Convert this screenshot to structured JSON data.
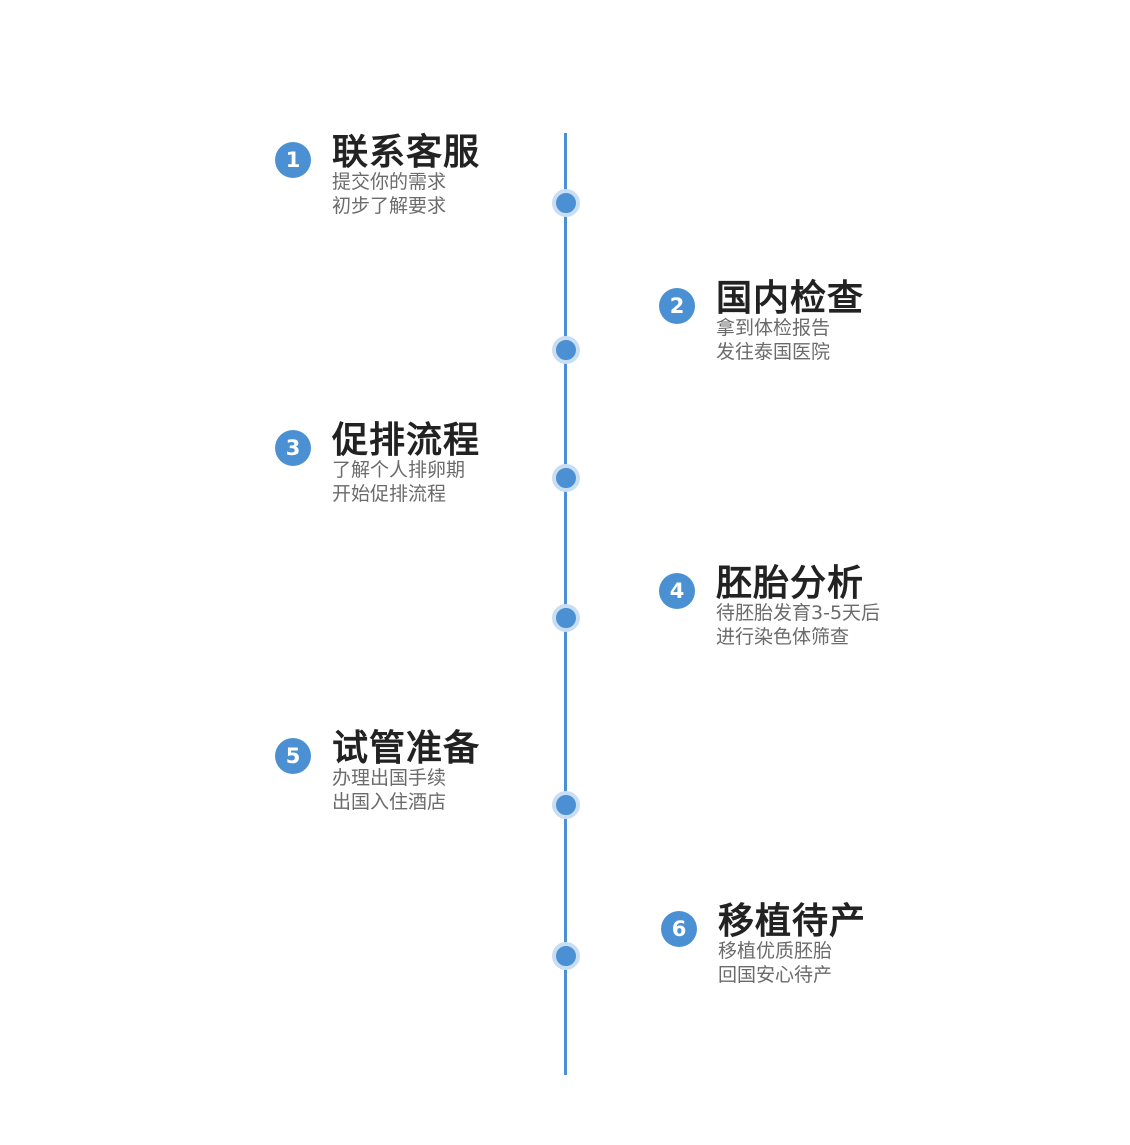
{
  "steps": [
    {
      "number": "1",
      "title": "联系客服",
      "lines": [
        "提交你的需求",
        "初步了解要求"
      ]
    },
    {
      "number": "2",
      "title": "国内检查",
      "lines": [
        "拿到体检报告",
        "发往泰国医院"
      ]
    },
    {
      "number": "3",
      "title": "促排流程",
      "lines": [
        "了解个人排卵期",
        "开始促排流程"
      ]
    },
    {
      "number": "4",
      "title": "胚胎分析",
      "lines": [
        "待胚胎发育3-5天后",
        "进行染色体筛查"
      ]
    },
    {
      "number": "5",
      "title": "试管准备",
      "lines": [
        "办理出国手续",
        "出国入住酒店"
      ]
    },
    {
      "number": "6",
      "title": "移植待产",
      "lines": [
        "移植优质胚胎",
        "回国安心待产"
      ]
    }
  ],
  "colors": {
    "accent": "#4a90d2",
    "dot_ring": "#c9def3",
    "title": "#222222",
    "description": "#6b6b6b"
  }
}
